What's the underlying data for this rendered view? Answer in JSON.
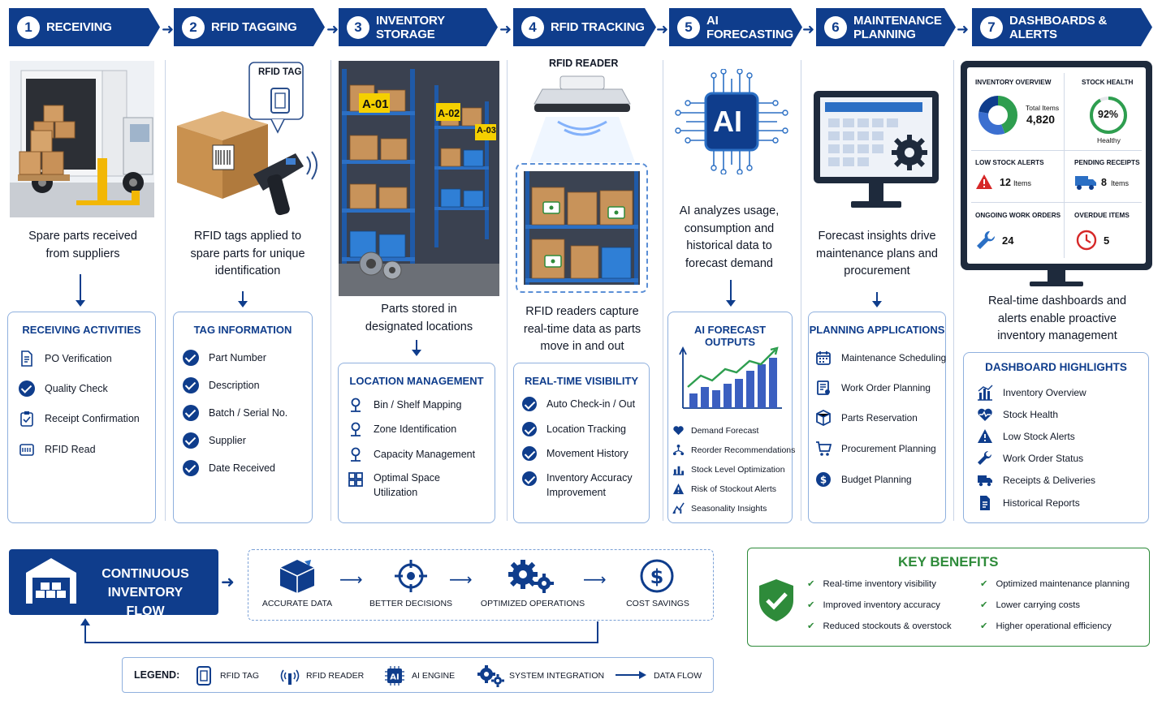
{
  "steps": [
    {
      "num": "1",
      "label": "RECEIVING"
    },
    {
      "num": "2",
      "label": "RFID TAGGING"
    },
    {
      "num": "3",
      "label": "INVENTORY STORAGE"
    },
    {
      "num": "4",
      "label": "RFID TRACKING"
    },
    {
      "num": "5",
      "label": "AI FORECASTING"
    },
    {
      "num": "6",
      "label": "MAINTENANCE PLANNING"
    },
    {
      "num": "7",
      "label": "DASHBOARDS & ALERTS"
    }
  ],
  "illus": {
    "rfid_tag_label": "RFID TAG",
    "rfid_reader_label": "RFID READER",
    "locations": [
      "A-01",
      "A-02",
      "A-03"
    ],
    "ai_label": "AI"
  },
  "captions": {
    "receiving": "Spare parts received from suppliers",
    "tagging": "RFID tags applied to spare parts for unique identification",
    "storage": "Parts stored in designated locations",
    "tracking": "RFID readers capture real-time data as parts move in and out",
    "forecasting": "AI analyzes usage, consumption and historical data to forecast demand",
    "planning": "Forecast insights drive maintenance plans and procurement",
    "dashboards": "Real-time dashboards and alerts enable proactive inventory management"
  },
  "boxes": {
    "receiving": {
      "title": "RECEIVING ACTIVITIES",
      "items": [
        "PO Verification",
        "Quality Check",
        "Receipt Confirmation",
        "RFID Read"
      ]
    },
    "tag_info": {
      "title": "TAG INFORMATION",
      "items": [
        "Part Number",
        "Description",
        "Batch / Serial No.",
        "Supplier",
        "Date Received"
      ]
    },
    "location": {
      "title": "LOCATION MANAGEMENT",
      "items": [
        "Bin / Shelf Mapping",
        "Zone Identification",
        "Capacity Management",
        "Optimal Space Utilization"
      ]
    },
    "visibility": {
      "title": "REAL-TIME VISIBILITY",
      "items": [
        "Auto Check-in / Out",
        "Location Tracking",
        "Movement History",
        "Inventory Accuracy Improvement"
      ]
    },
    "forecast": {
      "title": "AI FORECAST OUTPUTS",
      "items": [
        "Demand Forecast",
        "Reorder Recommendations",
        "Stock Level Optimization",
        "Risk of Stockout Alerts",
        "Seasonality Insights"
      ]
    },
    "planning": {
      "title": "PLANNING APPLICATIONS",
      "items": [
        "Maintenance Scheduling",
        "Work Order Planning",
        "Parts Reservation",
        "Procurement Planning",
        "Budget Planning"
      ]
    },
    "dashboard": {
      "title": "DASHBOARD HIGHLIGHTS",
      "items": [
        "Inventory Overview",
        "Stock Health",
        "Low Stock Alerts",
        "Work Order Status",
        "Receipts & Deliveries",
        "Historical Reports"
      ]
    }
  },
  "dashboard": {
    "inv_overview": "INVENTORY OVERVIEW",
    "total_items_label": "Total Items",
    "total_items": "4,820",
    "stock_health": "STOCK HEALTH",
    "health_pct": "92%",
    "health_pct_value": 0.92,
    "healthy_label": "Healthy",
    "low_stock": "LOW STOCK ALERTS",
    "low_stock_count": "12",
    "low_stock_unit": "Items",
    "pending": "PENDING RECEIPTS",
    "pending_count": "8",
    "pending_unit": "Items",
    "work_orders": "ONGOING WORK ORDERS",
    "work_orders_count": "24",
    "overdue": "OVERDUE ITEMS",
    "overdue_count": "5"
  },
  "flow": {
    "title": "CONTINUOUS INVENTORY FLOW",
    "steps": [
      "ACCURATE DATA",
      "BETTER DECISIONS",
      "OPTIMIZED OPERATIONS",
      "COST SAVINGS"
    ]
  },
  "benefits": {
    "title": "KEY BENEFITS",
    "items": [
      "Real-time inventory visibility",
      "Optimized maintenance planning",
      "Improved inventory accuracy",
      "Lower carrying costs",
      "Reduced stockouts & overstock",
      "Higher operational efficiency"
    ]
  },
  "legend": {
    "title": "LEGEND:",
    "items": [
      "RFID TAG",
      "RFID READER",
      "AI ENGINE",
      "SYSTEM INTEGRATION",
      "DATA FLOW"
    ]
  },
  "colors": {
    "primary": "#0f3d8c",
    "accent_green": "#2e8b3a",
    "alert_red": "#d62828",
    "chart_blue": "#3b5fc0",
    "chart_green": "#2e9e4f"
  }
}
